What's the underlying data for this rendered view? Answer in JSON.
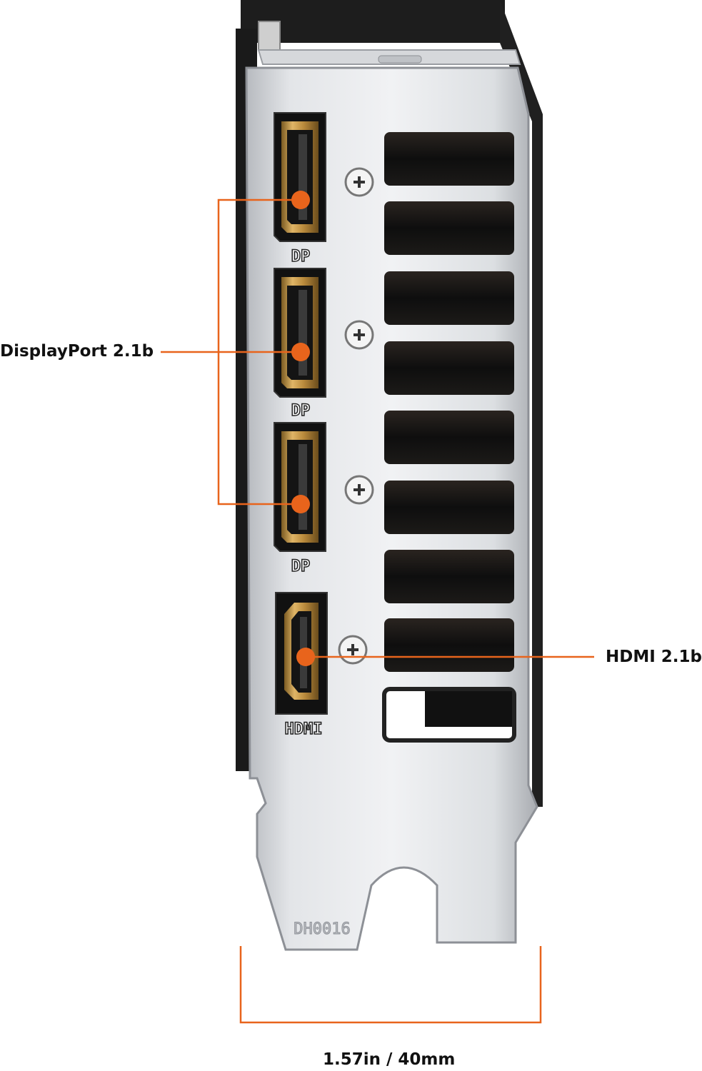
{
  "callouts": {
    "displayport": "DisplayPort 2.1b",
    "hdmi": "HDMI 2.1b",
    "bracket_width": "1.57in / 40mm"
  },
  "port_labels": {
    "dp": "DP",
    "hdmi": "HDMI"
  },
  "bracket_stamp": "DH0016",
  "colors": {
    "accent": "#e8641c",
    "metal_light": "#e9eaec",
    "metal_mid": "#c9cbcf",
    "metal_dark": "#8d9096",
    "connector_gold": "#c89a4a",
    "vent_dark": "#161616",
    "text": "#111111"
  }
}
